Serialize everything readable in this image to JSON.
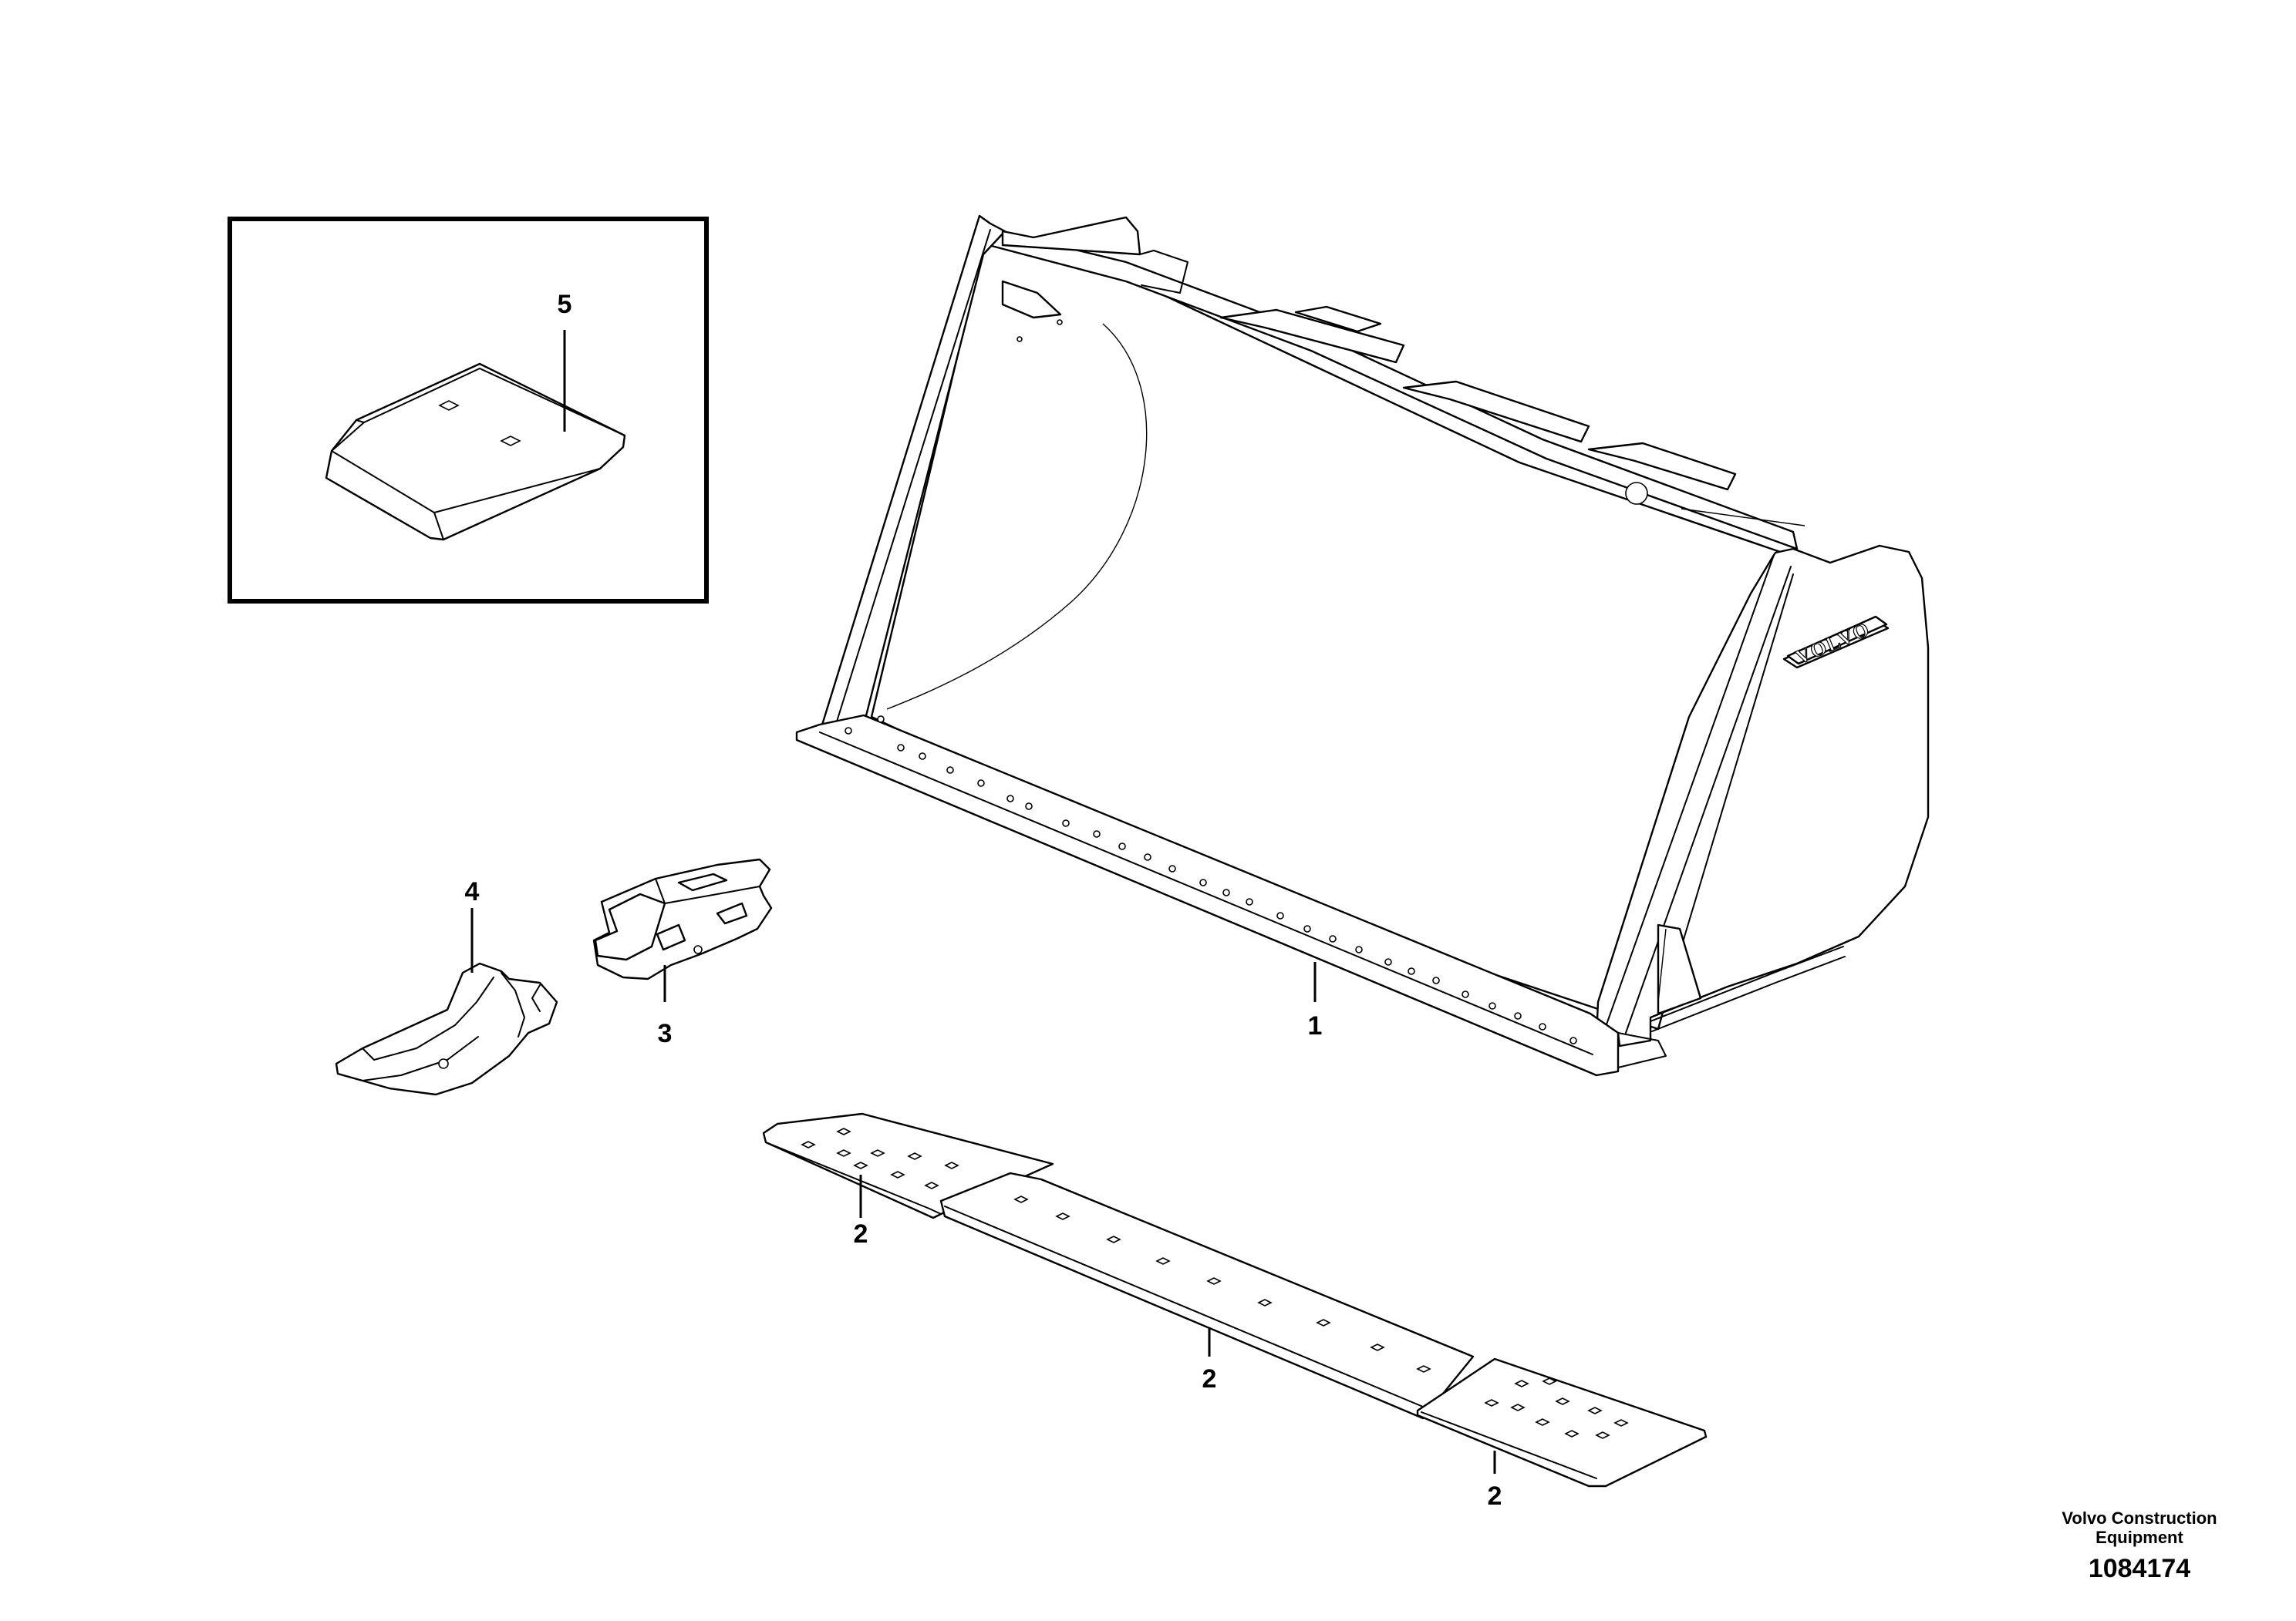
{
  "diagram": {
    "callouts": {
      "bucket": "1",
      "cutting_edge_left": "2",
      "cutting_edge_middle": "2",
      "cutting_edge_right": "2",
      "tooth_adapter": "3",
      "tooth": "4",
      "wear_plate": "5"
    },
    "bucket_brand": "VOLVO"
  },
  "footer": {
    "brand": "Volvo Construction Equipment",
    "drawing_number": "1084174"
  }
}
